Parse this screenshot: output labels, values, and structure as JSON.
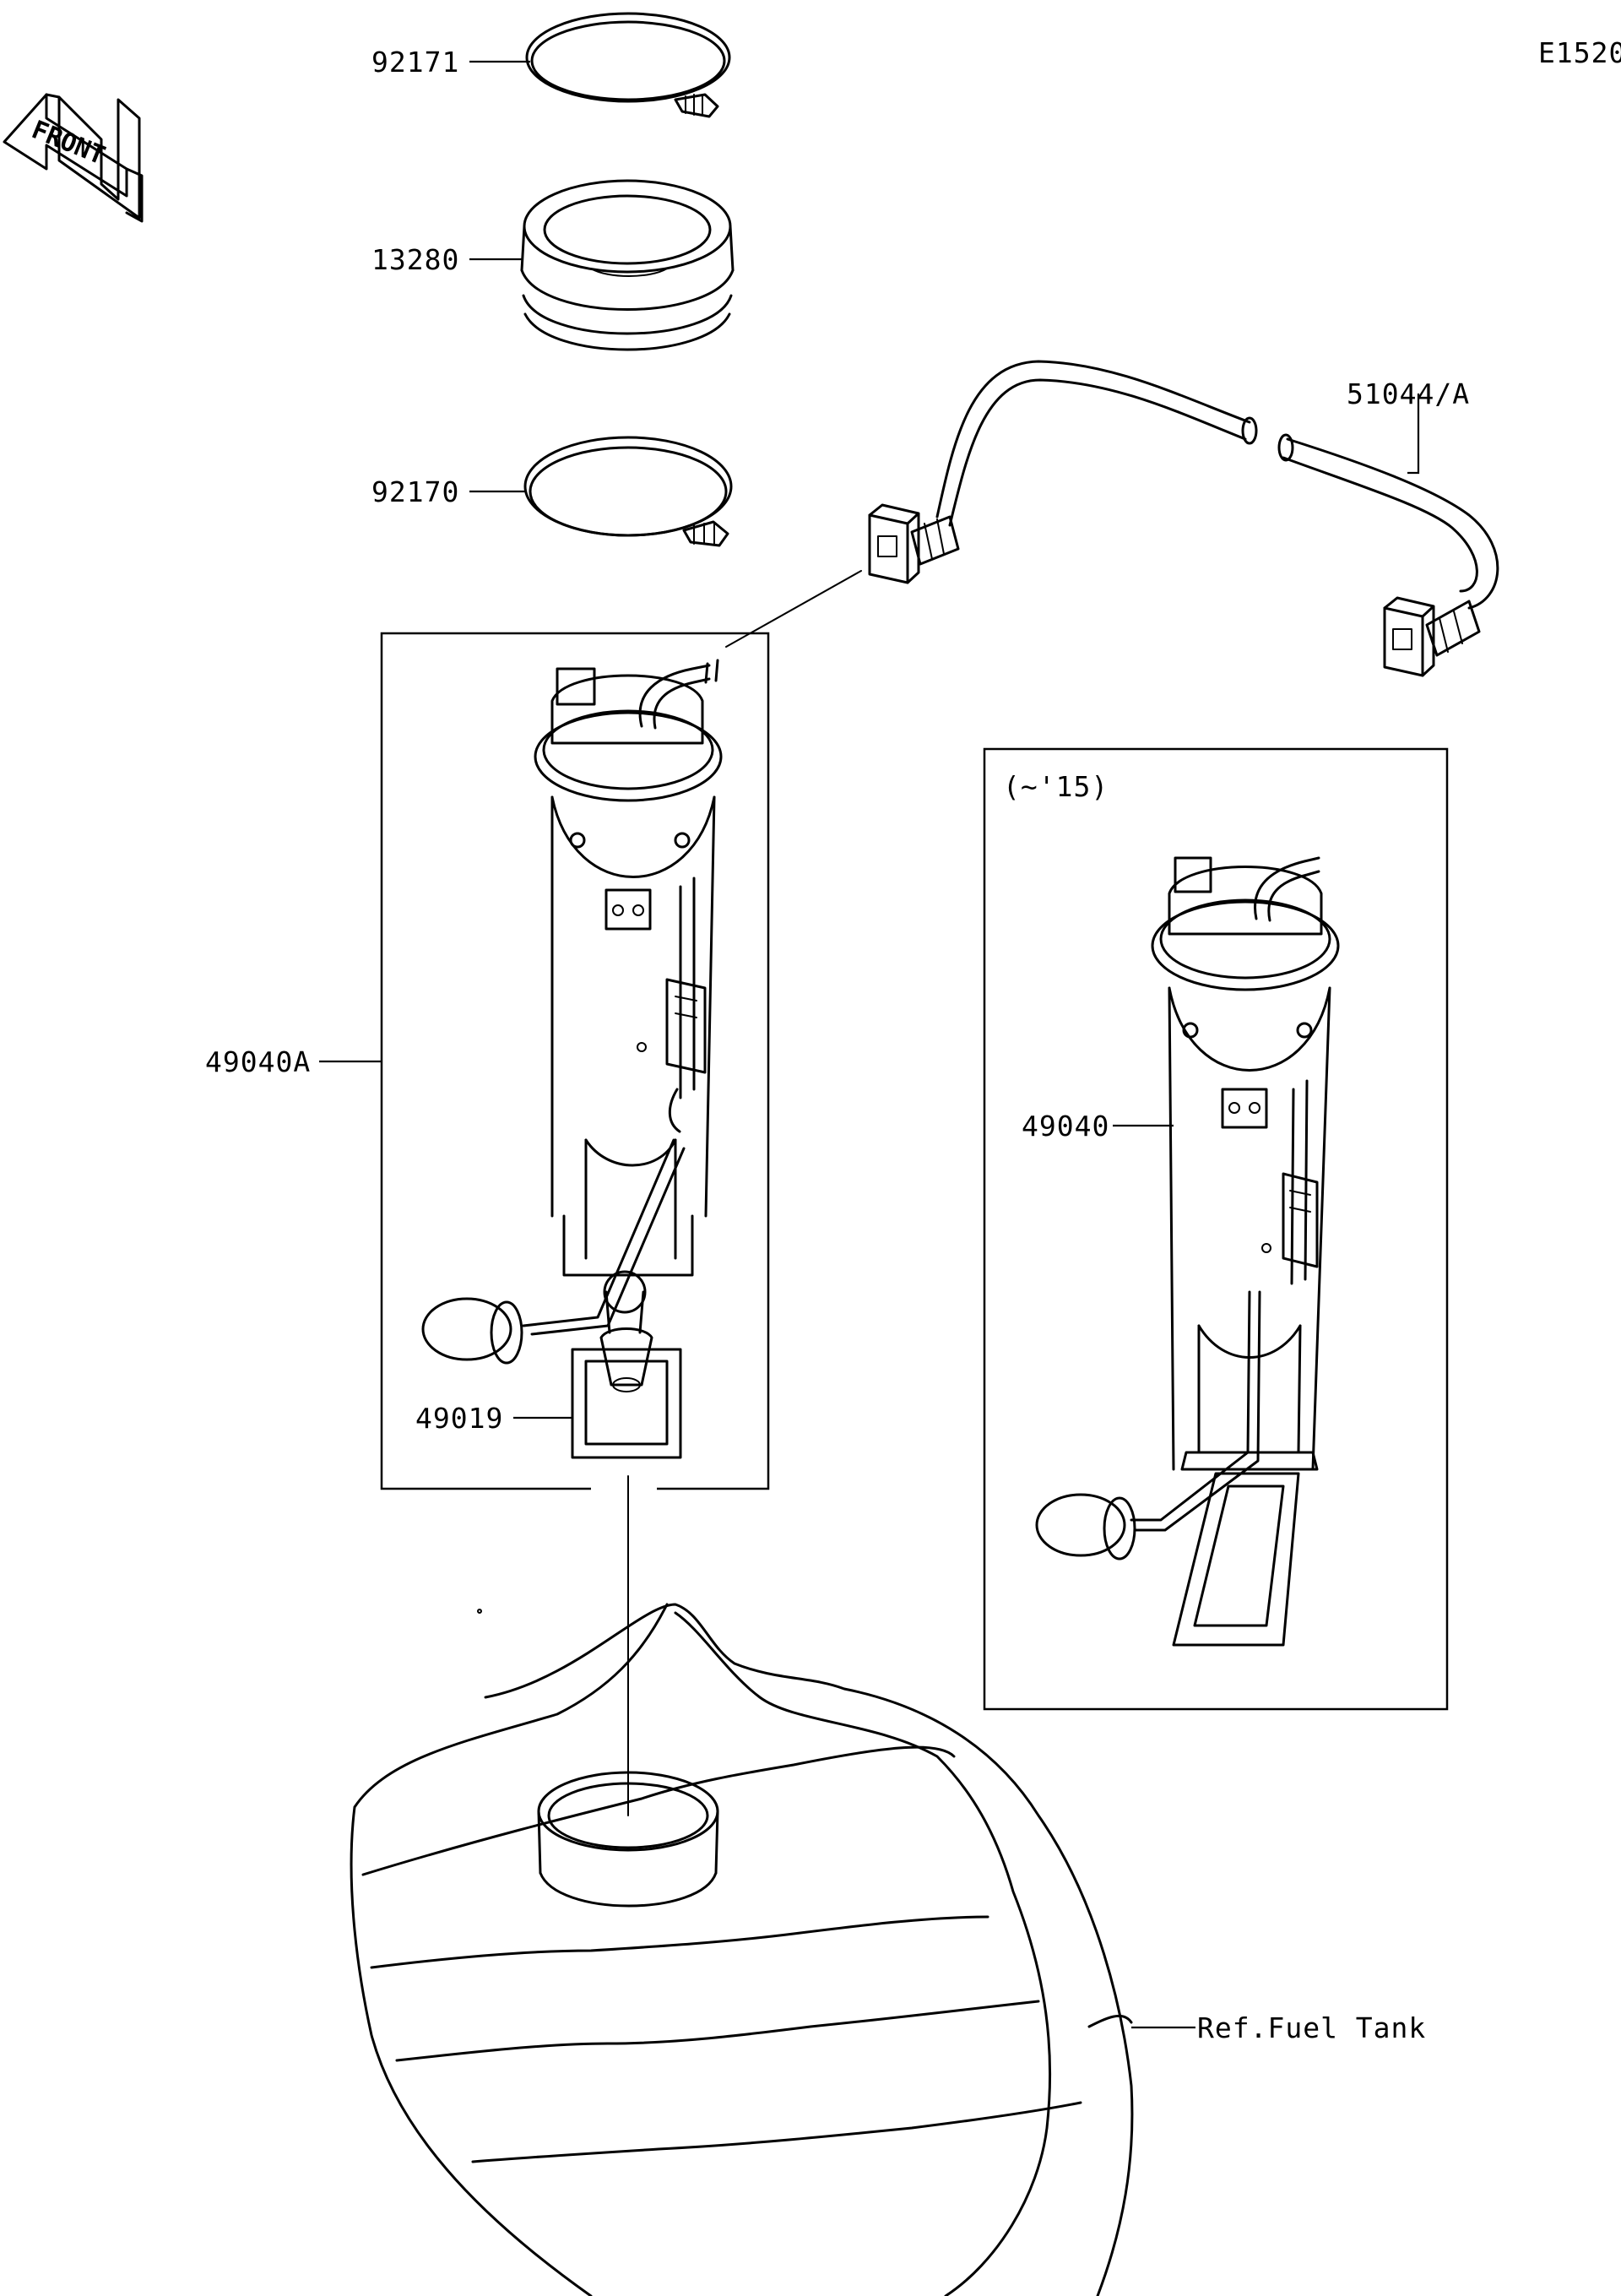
{
  "diagram_code": "E1520",
  "front_label": "FRONT",
  "variant_label": "(~'15)",
  "parts": {
    "p92171": "92171",
    "p13280": "13280",
    "p92170": "92170",
    "p51044A": "51044/A",
    "p49040A": "49040A",
    "p49019": "49019",
    "p49040": "49040",
    "ref_fuel_tank": "Ref.Fuel Tank"
  },
  "icons": [
    "front-arrow-icon"
  ]
}
